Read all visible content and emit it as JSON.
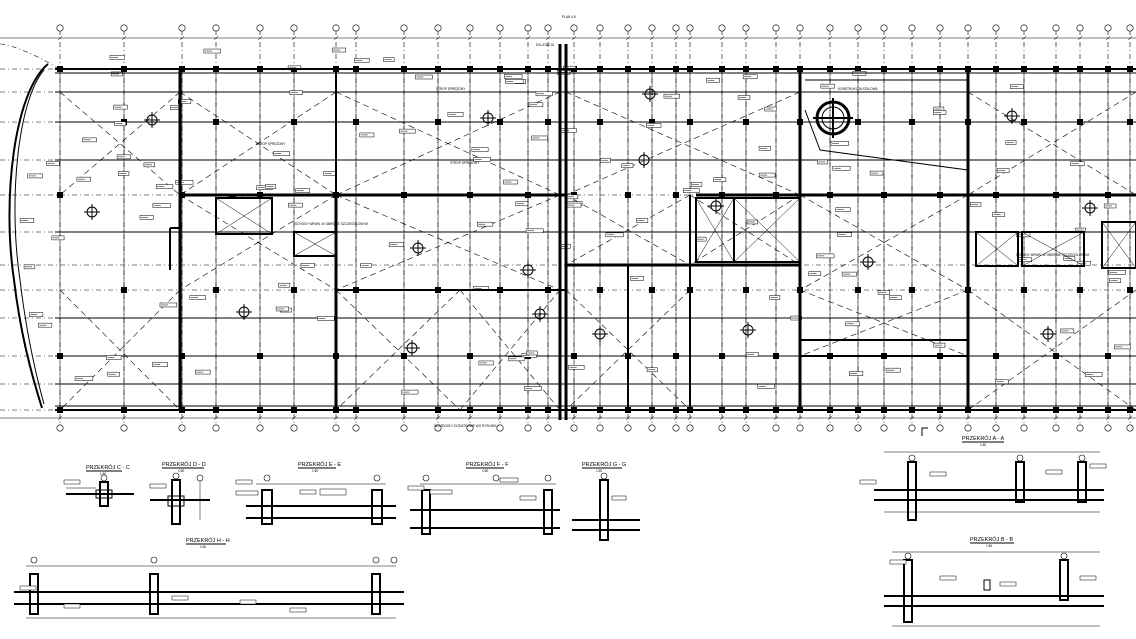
{
  "sheet": {
    "top_label": "PLAN 4-5",
    "sections": {
      "cc": {
        "title": "PRZEKRÓJ C - C",
        "scale": "1:50"
      },
      "dd": {
        "title": "PRZEKRÓJ D - D",
        "scale": "1:50"
      },
      "ee": {
        "title": "PRZEKRÓJ E - E",
        "scale": "1:50"
      },
      "ff": {
        "title": "PRZEKRÓJ F - F",
        "scale": "1:50"
      },
      "gg": {
        "title": "PRZEKRÓJ G - G",
        "scale": "1:50"
      },
      "hh": {
        "title": "PRZEKRÓJ H - H",
        "scale": "1:50"
      },
      "aa": {
        "title": "PRZEKRÓJ A - A",
        "scale": "1:50"
      },
      "bb": {
        "title": "PRZEKRÓJ B - B",
        "scale": "1:50"
      }
    },
    "plan_notes": {
      "strop_1": "STROP SPRĘŻONY",
      "strop_2": "STROP SPRĘŻONY",
      "strop_3": "STROP SPRĘŻONY",
      "dylatacja": "DYLATACJA",
      "konstrukcja": "KONSTRUKCJA STALOWA",
      "schody_1": "SCHODY WEWN. W OBRĘBIE SZCZEGÓŁOWYM",
      "schody_2": "SCHODY WEWN. W OBRĘBIE SZCZEGÓŁOWYM",
      "bottom_note": "SZCZEGÓŁY DODATKOWE WG RYSUNKU"
    }
  },
  "colors": {
    "ink": "#000000",
    "paper": "#ffffff"
  }
}
